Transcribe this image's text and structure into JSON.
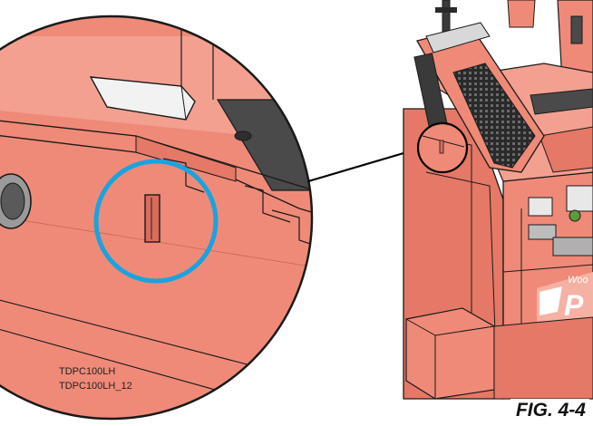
{
  "diagram": {
    "part_codes": [
      "TDPC100LH",
      "TDPC100LH_12"
    ],
    "figure_label": "FIG. 4-4",
    "brand_fragments": [
      "Woo",
      "P"
    ]
  },
  "colors": {
    "body_salmon": "#ef8a78",
    "body_shade": "#e57866",
    "outline": "#1a1a1a",
    "highlight_ring": "#1aa3df",
    "dark_panel": "#4a4a4a",
    "grey_light": "#d8d8d8",
    "callout_line": "#000000"
  }
}
